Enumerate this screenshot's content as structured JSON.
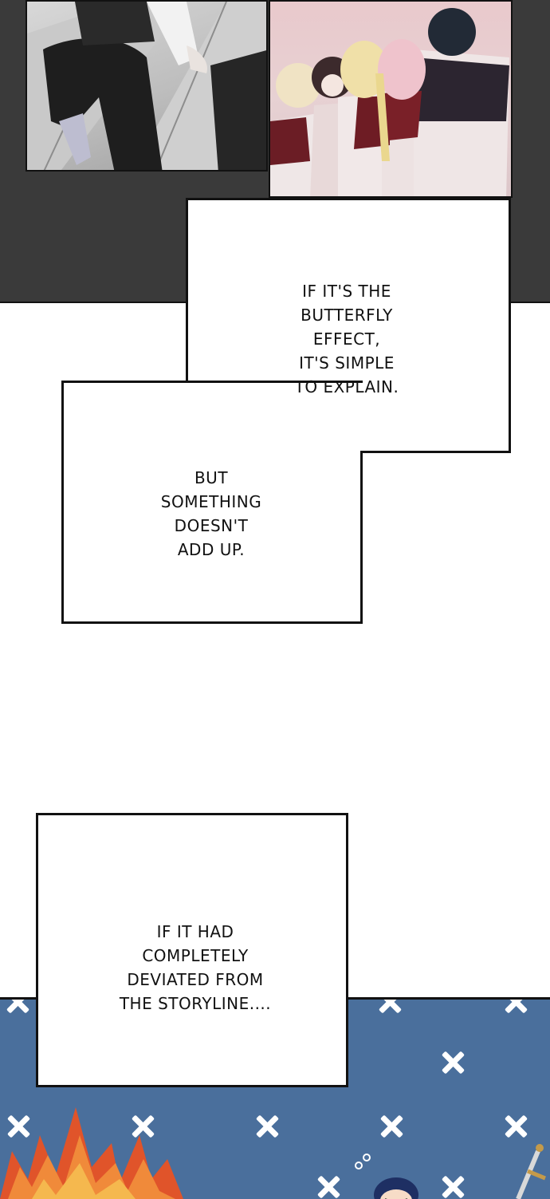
{
  "captions": [
    {
      "lines": [
        "IF IT'S THE",
        "BUTTERFLY",
        "EFFECT,",
        "IT'S SIMPLE",
        "TO EXPLAIN."
      ]
    },
    {
      "lines": [
        "BUT",
        "SOMETHING",
        "DOESN'T",
        "ADD UP."
      ]
    },
    {
      "lines": [
        "IF IT HAD",
        "COMPLETELY",
        "DEVIATED FROM",
        "THE STORYLINE...."
      ]
    }
  ],
  "colors": {
    "dark_panel": "#3a3a3a",
    "blue_panel": "#4a6f9c",
    "flame": "#e0542a",
    "caption_border": "#111111"
  },
  "icons": [
    "cross-icon",
    "flame-illustration",
    "character-illustration",
    "sword-illustration"
  ]
}
